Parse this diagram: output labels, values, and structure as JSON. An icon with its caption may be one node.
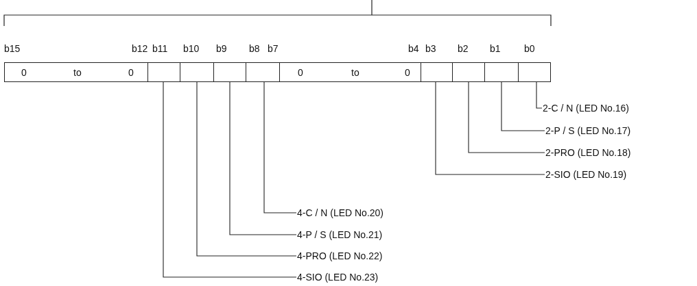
{
  "diagram": {
    "nodes": [
      {
        "text": [
          "0",
          "to",
          "0"
        ]
      },
      {
        "text": [],
        "shape": "box"
      },
      {
        "text": [],
        "shape": "box"
      },
      {
        "text": [],
        "shape": "box"
      },
      {
        "text": [],
        "shape": "box"
      },
      {
        "text": [
          "0",
          "to",
          "0"
        ]
      },
      {
        "text": [],
        "shape": "box"
      },
      {
        "text": [],
        "shape": "box"
      },
      {
        "text": [],
        "shape": "box"
      },
      {
        "text": [],
        "shape": "box"
      },
      {
        "text": [
          "2-C / N (LED No.16)"
        ]
      },
      {
        "text": [
          "2-P / S (LED No.17)"
        ]
      },
      {
        "text": [
          "2-PRO (LED No.18)"
        ]
      },
      {
        "text": [
          "2-SIO (LED No.19)"
        ]
      },
      {
        "text": [
          "4-C / N (LED No.20)"
        ]
      },
      {
        "text": [
          "4-P / S (LED No.21)"
        ]
      },
      {
        "text": [
          "4-PRO (LED No.22)"
        ]
      },
      {
        "text": [
          "4-SIO (LED No.23)"
        ]
      }
    ],
    "edges": [
      {
        "from": 10,
        "to": 9,
        "arrow": "none"
      },
      {
        "from": 11,
        "to": 8,
        "arrow": "none"
      },
      {
        "from": 12,
        "to": 7,
        "arrow": "none"
      },
      {
        "from": 13,
        "to": 6,
        "arrow": "none"
      },
      {
        "from": 14,
        "to": 4,
        "arrow": "none"
      },
      {
        "from": 15,
        "to": 3,
        "arrow": "none"
      },
      {
        "from": 16,
        "to": 2,
        "arrow": "none"
      },
      {
        "from": 17,
        "to": 1,
        "arrow": "none"
      }
    ],
    "labels": [
      "b15",
      "b12",
      "b11",
      "b10",
      "b9",
      "b8",
      "b7",
      "b4",
      "b3",
      "b2",
      "b1",
      "b0"
    ]
  }
}
